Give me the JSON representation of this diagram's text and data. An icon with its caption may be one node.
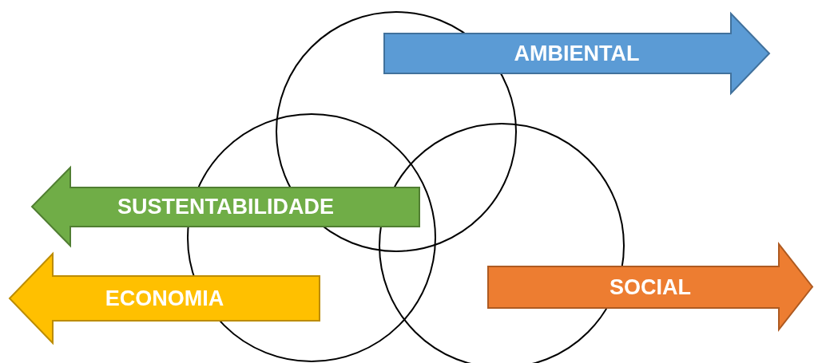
{
  "diagram": {
    "nodes": [
      {
        "text": [
          "AMBIENTAL"
        ]
      },
      {
        "text": [
          "SUSTENTABILIDADE"
        ]
      },
      {
        "text": [
          "SOCIAL"
        ]
      },
      {
        "text": [
          "ECONOMIA"
        ]
      },
      {
        "text": [],
        "shape": "circle"
      },
      {
        "text": [],
        "shape": "circle"
      },
      {
        "text": [],
        "shape": "circle"
      }
    ],
    "edges": []
  }
}
